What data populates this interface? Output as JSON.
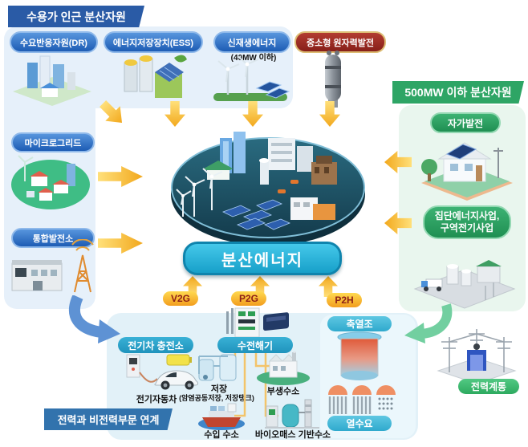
{
  "groups": {
    "near_consumer": {
      "header": "수용가 인근 분산자원",
      "dr": "수요반응자원(DR)",
      "ess": "에너지저장장치(ESS)",
      "renewable": "신재생에너지",
      "renewable_sub": "(40MW 이하)",
      "microgrid": "마이크로그리드",
      "vpp": "통합발전소"
    },
    "nuclear": {
      "label": "중소형 원자력발전"
    },
    "under_500mw": {
      "header": "500MW 이하 분산자원",
      "self_generation": "자가발전",
      "district_line1": "집단에너지사업,",
      "district_line2": "구역전기사업"
    },
    "center": {
      "label": "분산에너지"
    },
    "coupling": {
      "header": "전력과 비전력부문 연계",
      "v2g": "V2G",
      "p2g": "P2G",
      "p2h": "P2H",
      "ev_station": "전기차 충전소",
      "ev_car": "전기자동차",
      "electrolyzer": "수전해기",
      "storage": "저장",
      "storage_sub": "(암염공동저장, 저장탱크)",
      "byproduct_h2": "부생수소",
      "import_h2": "수입 수소",
      "biomass_h2": "바이오매스 기반수소",
      "heat_storage": "축열조",
      "heat_demand": "열수요"
    },
    "grid": {
      "label": "전력계통"
    }
  },
  "colors": {
    "panel_blue": "#e6f0fa",
    "panel_green": "#e9f6ee",
    "panel_bottom_blue": "#e2f1f8",
    "header_navy": "#2a5ba6",
    "header_green": "#2ea565",
    "header_steel_blue": "#3273ad",
    "pill_blue": "#2b6cc0",
    "pill_red": "#9c2d24",
    "pill_green": "#2f9e5e",
    "pill_cyan": "#2ba8cd",
    "pill_yellow": "#f7b723",
    "arrow_yellow": "#f2a81d",
    "arrow_blue": "#5e92d4",
    "arrow_mint": "#72cfa0",
    "center_cyan": "#29b6dc",
    "grid_green": "#3fbb72"
  }
}
